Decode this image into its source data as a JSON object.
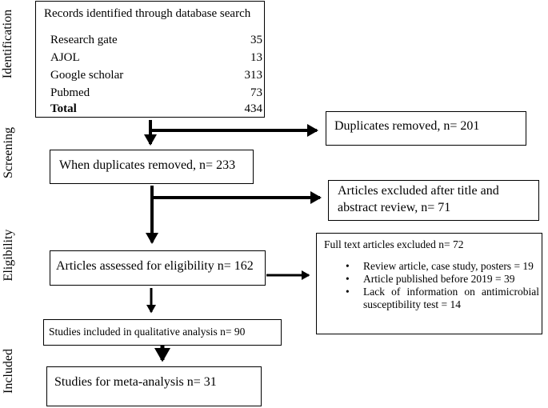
{
  "stages": {
    "identification": "Identification",
    "screening": "Screening",
    "eligibility": "Eligibility",
    "included": "Included"
  },
  "records": {
    "title": "Records identified through database search",
    "sources": [
      {
        "name": "Research gate",
        "count": "35"
      },
      {
        "name": "AJOL",
        "count": "13"
      },
      {
        "name": "Google scholar",
        "count": "313"
      },
      {
        "name": "Pubmed",
        "count": "73"
      }
    ],
    "total_label": "Total",
    "total_count": "434"
  },
  "duplicates_removed": "Duplicates removed, n= 201",
  "after_duplicates": "When duplicates removed, n= 233",
  "excluded_title_abstract": {
    "line1": "Articles excluded after title and",
    "line2": "abstract review, n= 71"
  },
  "assessed_eligibility": "Articles assessed for eligibility n= 162",
  "full_text_excluded": {
    "title": "Full text articles excluded n= 72",
    "reasons": [
      "Review article, case study, posters = 19",
      "Article published before 2019 = 39",
      "Lack of information on antimicrobial susceptibility test = 14"
    ]
  },
  "qualitative": "Studies included in qualitative analysis n= 90",
  "meta_analysis": "Studies for meta-analysis n= 31"
}
